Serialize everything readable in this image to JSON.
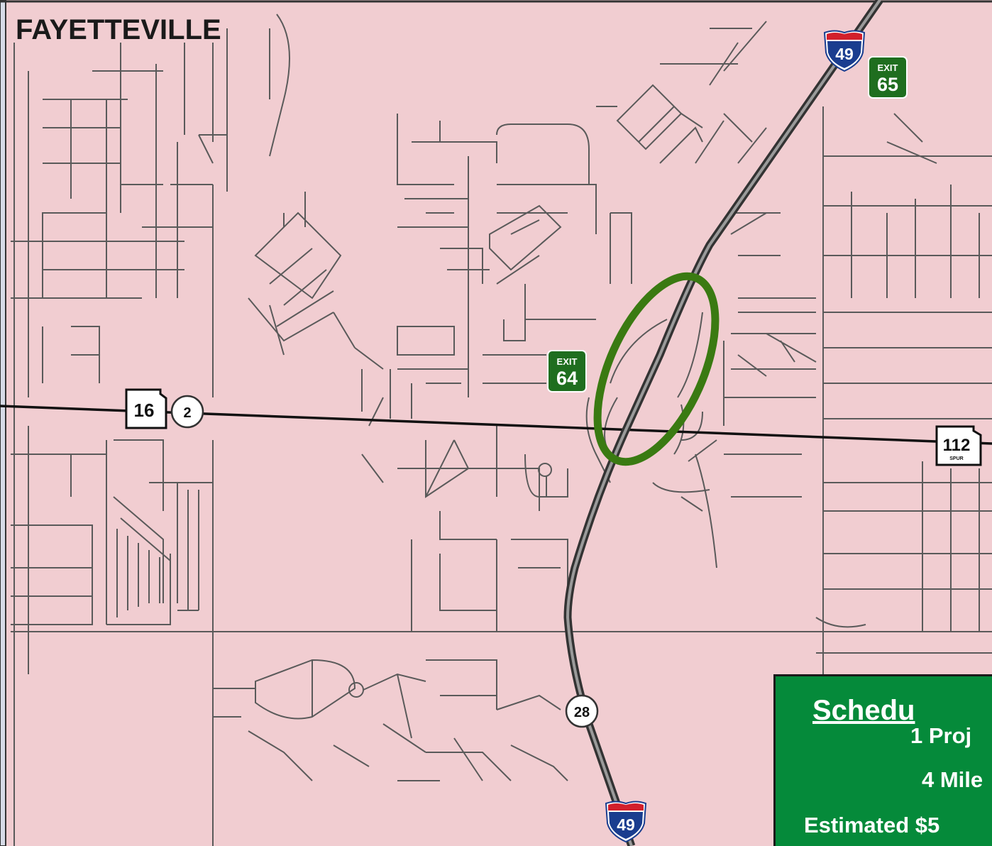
{
  "map": {
    "city_label": "FAYETTEVILLE",
    "colors": {
      "land": "#f1cdd1",
      "roads": "#595959",
      "highlight": "#3a7a12",
      "panel": "#058a3a"
    }
  },
  "shields": {
    "i49_north": "49",
    "i49_south": "49",
    "ar16": "16",
    "county2": "2",
    "county28": "28",
    "ar112": "112",
    "ar112_sub": "SPUR"
  },
  "exits": [
    {
      "label": "EXIT",
      "number": "65"
    },
    {
      "label": "EXIT",
      "number": "64"
    }
  ],
  "panel": {
    "title": "Schedu",
    "line1": "1 Proj",
    "line2": "4 Mile",
    "line3": "Estimated $5"
  }
}
